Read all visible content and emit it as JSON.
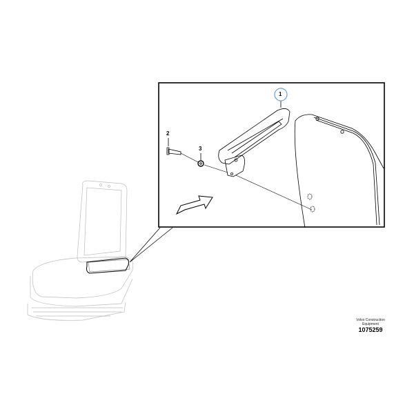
{
  "callouts": [
    {
      "label": "1",
      "highlighted": true,
      "highlight_color": "#6aa0d8"
    },
    {
      "label": "2",
      "highlighted": false
    },
    {
      "label": "3",
      "highlighted": false
    }
  ],
  "footer": {
    "brand": "Volvo Construction Equipment",
    "drawing_number": "1075259"
  }
}
